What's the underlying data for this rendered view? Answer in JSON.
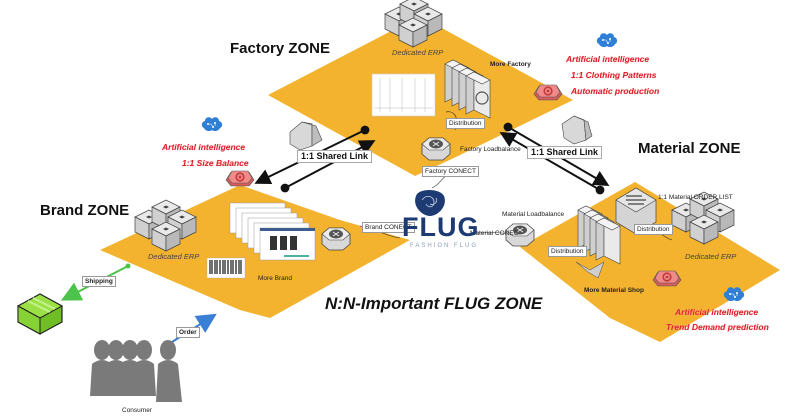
{
  "colors": {
    "zone_fill": "#f3b32e",
    "ai_text": "#e0202b",
    "ai_icon": "#2f7fd6",
    "gear_box": "#ec7a79",
    "flug_blue": "#1e3a73",
    "shipping_arrow": "#4cc34a",
    "order_arrow": "#3a7fd6",
    "package": "#8fd93a",
    "consumer": "#7a7a7a"
  },
  "zones": {
    "factory": {
      "title": "Factory ZONE",
      "erp_label": "Dedicated ERP",
      "more_label": "More Factory",
      "distribution_label": "Distribution",
      "loadbalance_label": "Factory Loadbalance",
      "ai": [
        "Artificial intelligence",
        "1:1 Clothing Patterns",
        "Automatic production"
      ]
    },
    "brand": {
      "title": "Brand ZONE",
      "erp_label": "Dedicated ERP",
      "more_label": "More Brand",
      "ai": [
        "Artificial intelligence",
        "1:1 Size Balance"
      ]
    },
    "material": {
      "title": "Material ZONE",
      "order_list_label": "1:1 Material ORDER LIST",
      "distribution_label_1": "Distribution",
      "distribution_label_2": "Distribution",
      "erp_label": "Dedicated ERP",
      "more_label": "More Material  Shop",
      "loadbalance_label": "Material Loadbalance",
      "ai": [
        "Artificial intelligence",
        "Trend Demand prediction"
      ]
    }
  },
  "links": {
    "left_shared": "1:1 Shared Link",
    "right_shared": "1:1 Shared Link",
    "factory_connect": "Factory CONECT",
    "brand_connect": "Brand CONECT",
    "material_connect": "Material CONEC"
  },
  "hub": {
    "logo": "FLUG",
    "subtitle": "FASHION FLUG",
    "zone_title": "N:N-Important FLUG ZONE"
  },
  "consumer": {
    "shipping": "Shipping",
    "order": "Order",
    "label": "Consumer"
  }
}
